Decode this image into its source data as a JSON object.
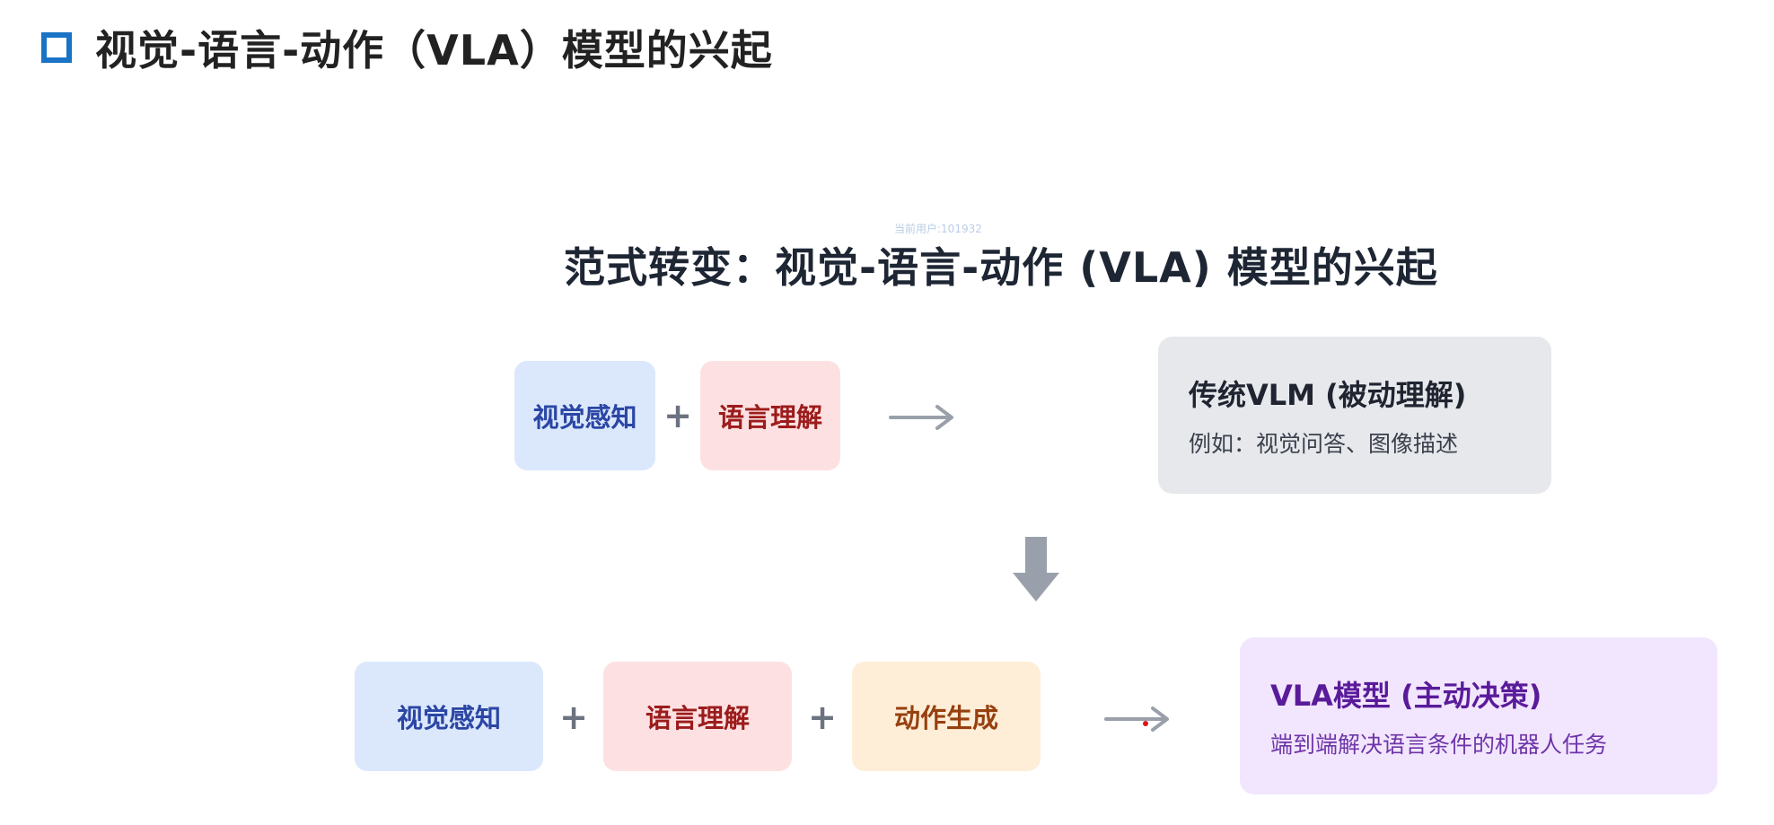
{
  "slide": {
    "title": "视觉-语言-动作（VLA）模型的兴起",
    "title_icon": "hollow-square-bullet",
    "accent_color": "#1a73c4"
  },
  "watermark": "当前用户:101932",
  "diagram": {
    "title": "范式转变：视觉-语言-动作 (VLA) 模型的兴起",
    "row1": {
      "inputs": [
        "视觉感知",
        "语言理解"
      ],
      "operator": "+",
      "arrow": "right-arrow",
      "result": {
        "title": "传统VLM (被动理解)",
        "subtitle": "例如：视觉问答、图像描述"
      }
    },
    "transition_arrow": "down-arrow",
    "row2": {
      "inputs": [
        "视觉感知",
        "语言理解",
        "动作生成"
      ],
      "operator": "+",
      "arrow": "right-arrow",
      "result": {
        "title": "VLA模型 (主动决策)",
        "subtitle": "端到端解决语言条件的机器人任务"
      }
    },
    "colors": {
      "vision": "#dbe8fc",
      "language": "#fde1e2",
      "action": "#feeed8",
      "vlm": "#e6e8ec",
      "vla": "#f2e6fe"
    }
  }
}
